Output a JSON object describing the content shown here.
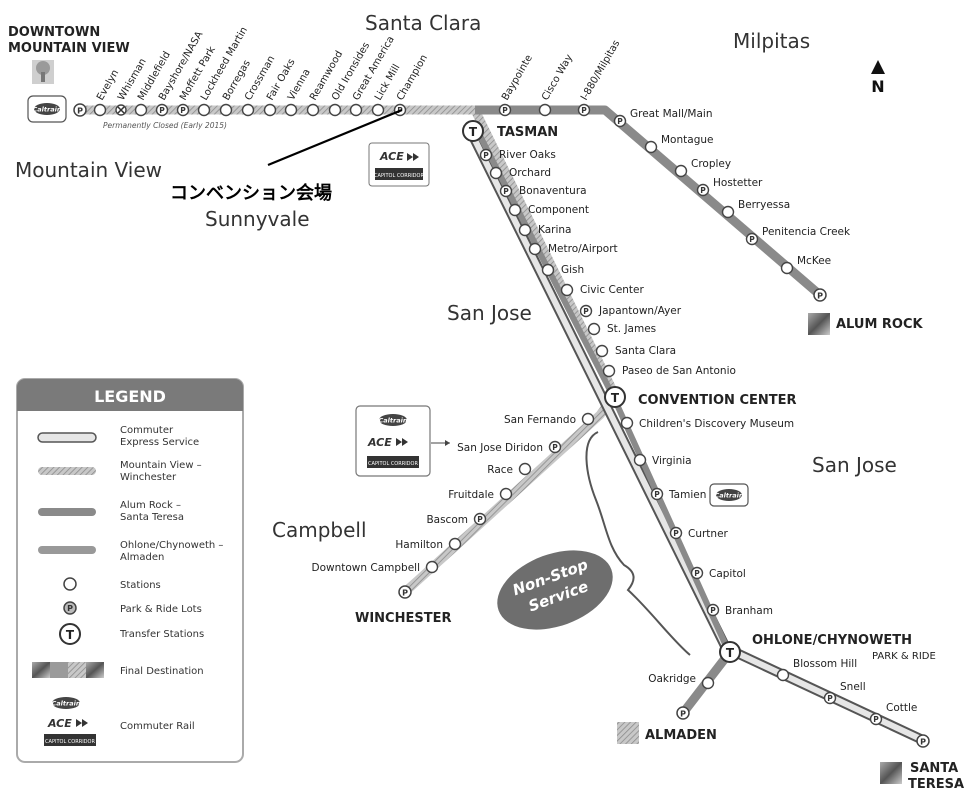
{
  "cities": {
    "santa_clara": "Santa Clara",
    "milpitas": "Milpitas",
    "mountain_view": "Mountain View",
    "sunnyvale": "Sunnyvale",
    "san_jose_1": "San Jose",
    "san_jose_2": "San Jose",
    "campbell": "Campbell"
  },
  "termini": {
    "downtown_mv_1": "DOWNTOWN",
    "downtown_mv_2": "MOUNTAIN VIEW",
    "tasman": "TASMAN",
    "alum_rock": "ALUM ROCK",
    "convention_center": "CONVENTION CENTER",
    "winchester": "WINCHESTER",
    "ohlone": "OHLONE/CHYNOWETH",
    "park_ride": "PARK & RIDE",
    "almaden": "ALMADEN",
    "santa_teresa_1": "SANTA",
    "santa_teresa_2": "TERESA"
  },
  "north": "N",
  "closed_note": "Permanently Closed (Early 2015)",
  "annotation": "コンベンション会場",
  "nonstop": {
    "line1": "Non-Stop",
    "line2": "Service"
  },
  "stations_mv": [
    "Evelyn",
    "Whisman",
    "Middlefield",
    "Bayshore/NASA",
    "Moffett Park",
    "Lockheed Martin",
    "Borregas",
    "Crossman",
    "Fair Oaks",
    "Vienna",
    "Reamwood",
    "Old Ironsides",
    "Great America",
    "Lick Mill",
    "Champion",
    "Baypointe",
    "Cisco Way",
    "I-880/Milpitas"
  ],
  "stations_alum": [
    "Great Mall/Main",
    "Montague",
    "Cropley",
    "Hostetter",
    "Berryessa",
    "Penitencia Creek",
    "McKee"
  ],
  "stations_first": [
    "River Oaks",
    "Orchard",
    "Bonaventura",
    "Component",
    "Karina",
    "Metro/Airport",
    "Gish",
    "Civic Center",
    "Japantown/Ayer",
    "St. James",
    "Santa Clara",
    "Paseo de San Antonio"
  ],
  "stations_south": [
    "Children's Discovery Museum",
    "Virginia",
    "Tamien",
    "Curtner",
    "Capitol",
    "Branham"
  ],
  "stations_win": [
    "San Fernando",
    "San Jose Diridon",
    "Race",
    "Fruitdale",
    "Bascom",
    "Hamilton",
    "Downtown Campbell"
  ],
  "stations_st": [
    "Blossom Hill",
    "Snell",
    "Cottle"
  ],
  "stations_alm": [
    "Oakridge"
  ],
  "badges": {
    "caltrain": "Caltrain",
    "ace": "ACE",
    "capitol": "CAPITOL CORRIDOR"
  },
  "legend": {
    "title": "LEGEND",
    "items": [
      {
        "l1": "Commuter",
        "l2": "Express Service"
      },
      {
        "l1": "Mountain View –",
        "l2": "Winchester"
      },
      {
        "l1": "Alum Rock –",
        "l2": "Santa Teresa"
      },
      {
        "l1": "Ohlone/Chynoweth –",
        "l2": "Almaden"
      },
      {
        "l1": "Stations",
        "l2": ""
      },
      {
        "l1": "Park & Ride Lots",
        "l2": ""
      },
      {
        "l1": "Transfer Stations",
        "l2": ""
      },
      {
        "l1": "Final Destination",
        "l2": ""
      },
      {
        "l1": "Commuter Rail",
        "l2": ""
      }
    ]
  },
  "colors": {
    "line": "#8a8a8a",
    "hatch": "#b5b5b5",
    "express": "#e4e4e4",
    "bubble": "#6e6e6e",
    "legend_header": "#7a7a7a"
  }
}
